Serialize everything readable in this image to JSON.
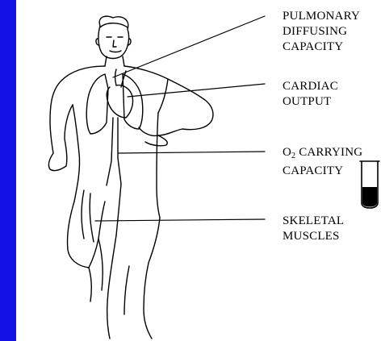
{
  "colors": {
    "border": "#1212e6",
    "panel": "#ffffff",
    "ink": "#000000"
  },
  "labels": {
    "pulmonary": [
      "PULMONARY",
      "DIFFUSING",
      "CAPACITY"
    ],
    "cardiac": [
      "CARDIAC",
      "OUTPUT"
    ],
    "o2": {
      "line1_prefix": "O",
      "line1_subscript": "2",
      "line1_suffix": " CARRYING",
      "line2": "CAPACITY"
    },
    "skeletal": [
      "SKELETAL",
      "MUSCLES"
    ]
  },
  "icons": {
    "test_tube": "test-tube-icon",
    "runner": "running-figure"
  }
}
